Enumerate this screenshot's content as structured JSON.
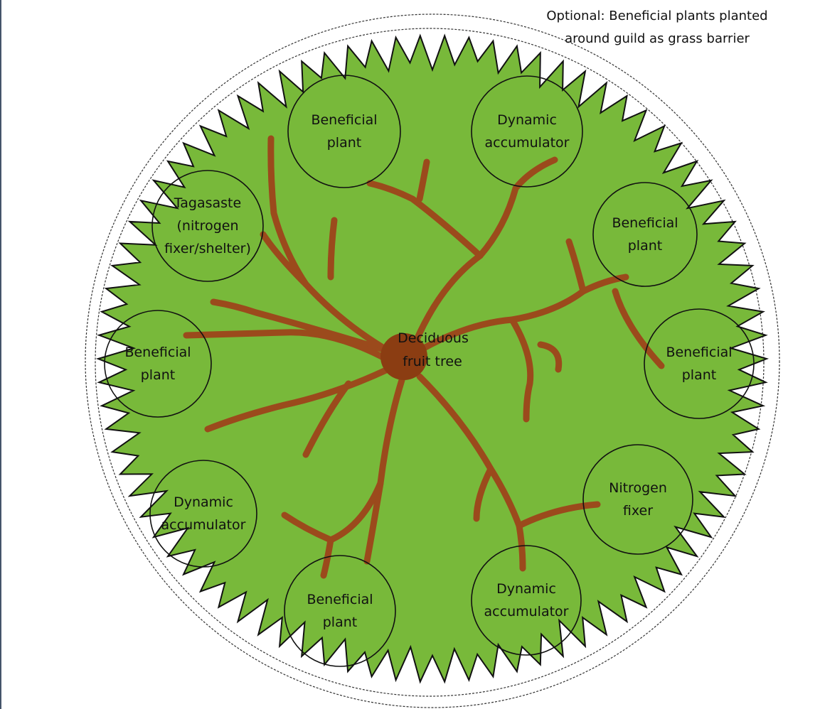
{
  "colors": {
    "canopy": "#78b93a",
    "root": "#9b4a1c",
    "trunk": "#8b3d12",
    "outline": "#111111"
  },
  "note": {
    "line1": "Optional: Beneficial plants planted",
    "line2": "around guild as grass barrier"
  },
  "center": {
    "line1": "Deciduous",
    "line2": "fruit tree"
  },
  "plants": [
    {
      "id": "beneficial-plant-top",
      "lines": [
        "Beneficial",
        "plant"
      ]
    },
    {
      "id": "dynamic-accumulator-top-right",
      "lines": [
        "Dynamic",
        "accumulator"
      ]
    },
    {
      "id": "beneficial-plant-right-upper",
      "lines": [
        "Beneficial",
        "plant"
      ]
    },
    {
      "id": "beneficial-plant-right",
      "lines": [
        "Beneficial",
        "plant"
      ]
    },
    {
      "id": "nitrogen-fixer",
      "lines": [
        "Nitrogen",
        "fixer"
      ]
    },
    {
      "id": "dynamic-accumulator-bottom-right",
      "lines": [
        "Dynamic",
        "accumulator"
      ]
    },
    {
      "id": "beneficial-plant-bottom",
      "lines": [
        "Beneficial",
        "plant"
      ]
    },
    {
      "id": "dynamic-accumulator-left",
      "lines": [
        "Dynamic",
        "accumulator"
      ]
    },
    {
      "id": "beneficial-plant-left",
      "lines": [
        "Beneficial",
        "plant"
      ]
    },
    {
      "id": "tagasaste",
      "lines": [
        "Tagasaste",
        "(nitrogen",
        "fixer/shelter)"
      ]
    }
  ]
}
